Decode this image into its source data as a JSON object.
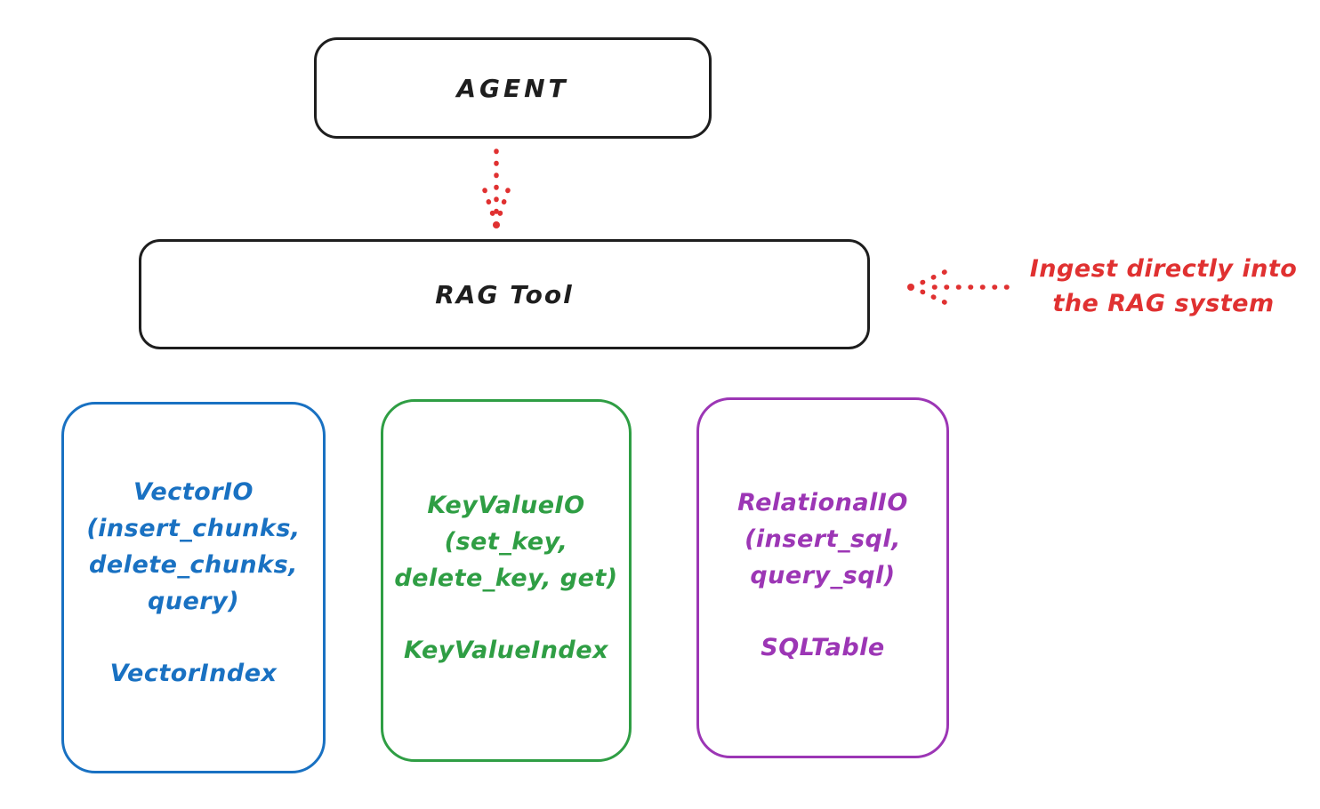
{
  "diagram": {
    "background": "#ffffff",
    "colors": {
      "ink": "#1e1e1e",
      "red": "#e03131",
      "blue": "#1971c2",
      "green": "#2f9e44",
      "purple": "#9c36b5"
    },
    "nodes": {
      "agent": {
        "label": "AGENT"
      },
      "rag_tool": {
        "label": "RAG Tool"
      },
      "vector_io": {
        "lines": [
          "VectorIO",
          "(insert_chunks,",
          "delete_chunks,",
          "query)"
        ],
        "index_label": "VectorIndex",
        "color": "#1971c2"
      },
      "key_value_io": {
        "lines": [
          "KeyValueIO",
          "(set_key,",
          "delete_key, get)"
        ],
        "index_label": "KeyValueIndex",
        "color": "#2f9e44"
      },
      "relational_io": {
        "lines": [
          "RelationalIO",
          "(insert_sql,",
          "query_sql)"
        ],
        "index_label": "SQLTable",
        "color": "#9c36b5"
      }
    },
    "annotation": {
      "lines": [
        "Ingest directly into",
        "the RAG system"
      ],
      "color": "#e03131"
    }
  }
}
